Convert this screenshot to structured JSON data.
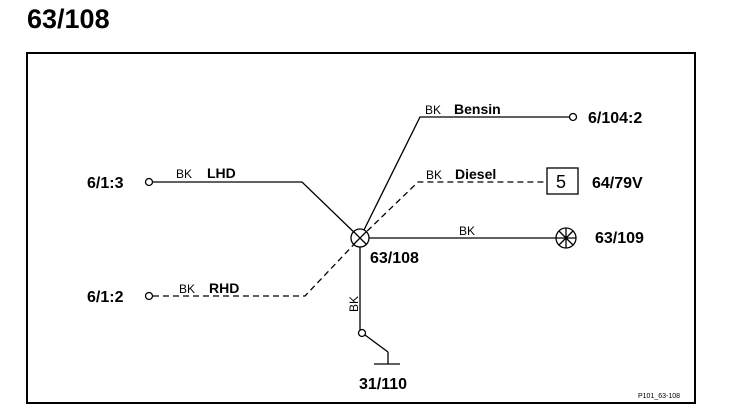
{
  "title": "63/108",
  "ground_point": {
    "label": "63/108"
  },
  "connectors": {
    "top_right": "6/104:2",
    "left_upper": "6/1:3",
    "left_lower": "6/1:2",
    "right_lamp": "63/109",
    "right_box": "64/79V",
    "bottom": "31/110"
  },
  "box_number": "5",
  "wires": {
    "bensin": {
      "color_code": "BK",
      "name": "Bensin"
    },
    "lhd": {
      "color_code": "BK",
      "name": "LHD"
    },
    "diesel": {
      "color_code": "BK",
      "name": "Diesel"
    },
    "rhd": {
      "color_code": "BK",
      "name": "RHD"
    },
    "lamp": {
      "color_code": "BK"
    },
    "down": {
      "color_code": "BK"
    }
  },
  "footer_code": "P101_63-108"
}
